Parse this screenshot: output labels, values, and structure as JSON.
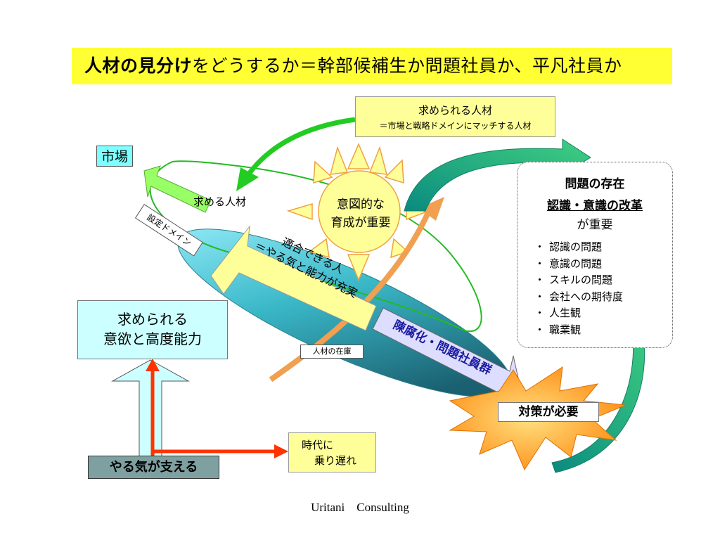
{
  "title": {
    "bold": "人材の見分け",
    "rest": "をどうするか＝幹部候補生か問題社員か、平凡社員か"
  },
  "demand": {
    "line1": "求められる人材",
    "line2": "＝市場と戦略ドメインにマッチする人材"
  },
  "market": "市場",
  "seek_label": "求める人材",
  "domain_label": "設定ドメイン",
  "sun": {
    "line1": "意図的な",
    "line2": "育成が重要"
  },
  "fit": {
    "line1": "適合できる人",
    "line2": "＝やる気と能力が充実"
  },
  "stock_label": "人材の在庫",
  "decay_label": "陳腐化・問題社員群",
  "problem": {
    "heading": "問題の存在",
    "subheading": "認識・意識の改革",
    "subheading2": "が重要",
    "items": [
      "認識の問題",
      "意識の問題",
      "スキルの問題",
      "会社への期待度",
      "人生観",
      "職業観"
    ]
  },
  "required": {
    "line1": "求められる",
    "line2": "意欲と高度能力"
  },
  "action_label": "対策が必要",
  "motivation": "やる気が支える",
  "behind": {
    "line1": "時代に",
    "line2": "乗り遅れ"
  },
  "footer": "Uritani　Consulting",
  "colors": {
    "title_bg": "#ffff33",
    "green_arrow": "#33cc33",
    "teal_arrow": "#20a070",
    "orange_arrow": "#f0a050",
    "red_arrow": "#ff3300",
    "ellipse": "#40c0d0",
    "sun": "#ffff99"
  }
}
